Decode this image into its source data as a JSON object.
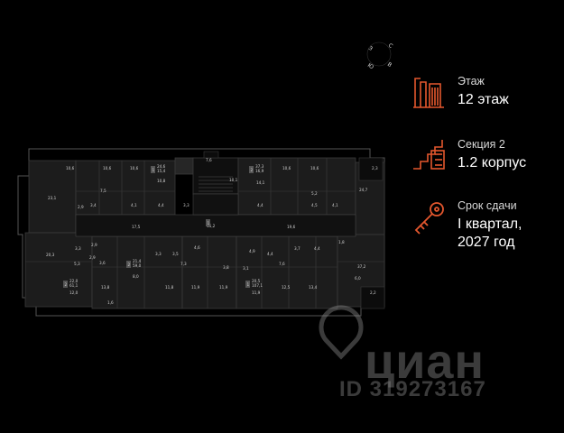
{
  "compass": {
    "letters": [
      "С",
      "В",
      "Ю",
      "З"
    ]
  },
  "floor": {
    "label": "Этаж",
    "value": "12 этаж",
    "icon": "building-floor-icon"
  },
  "section": {
    "label": "Секция 2",
    "value": "1.2 корпус",
    "icon": "stairs-section-icon"
  },
  "delivery": {
    "label": "Срок сдачи",
    "value_line1": "I квартал,",
    "value_line2": "2027 год",
    "icon": "key-icon"
  },
  "accent_color": "#e4572e",
  "watermark": {
    "logo": "циан",
    "id": "ID 319273167"
  },
  "rooms": [
    "10,6",
    "10,6",
    "10,6",
    "24,6",
    "15,4",
    "10,8",
    "37,3",
    "16,9",
    "10,6",
    "10,6",
    "2,3",
    "23,1",
    "7,5",
    "2,9",
    "4,1",
    "4,4",
    "3,3",
    "14,1",
    "7,6",
    "4,4",
    "5,2",
    "4,5",
    "4,1",
    "24,7",
    "3,4",
    "17,5",
    "15,2",
    "19,6",
    "1,8",
    "20,3",
    "3,3",
    "2,9",
    "3,3",
    "3,5",
    "4,6",
    "4,9",
    "4,4",
    "3,7",
    "4,4",
    "37,2",
    "5,3",
    "3,6",
    "7,3",
    "3,8",
    "7,6",
    "3,1",
    "21,4",
    "59,0",
    "22,0",
    "61,1",
    "20,5",
    "107,1",
    "12,0",
    "13,8",
    "11,8",
    "11,9",
    "11,9",
    "11,9",
    "12,5",
    "13,4",
    "2,2",
    "1,6",
    "2,9",
    "8,0",
    "10,1",
    "6,0"
  ],
  "flat_numbers": [
    "1",
    "2",
    "2",
    "2",
    "1",
    "1"
  ]
}
